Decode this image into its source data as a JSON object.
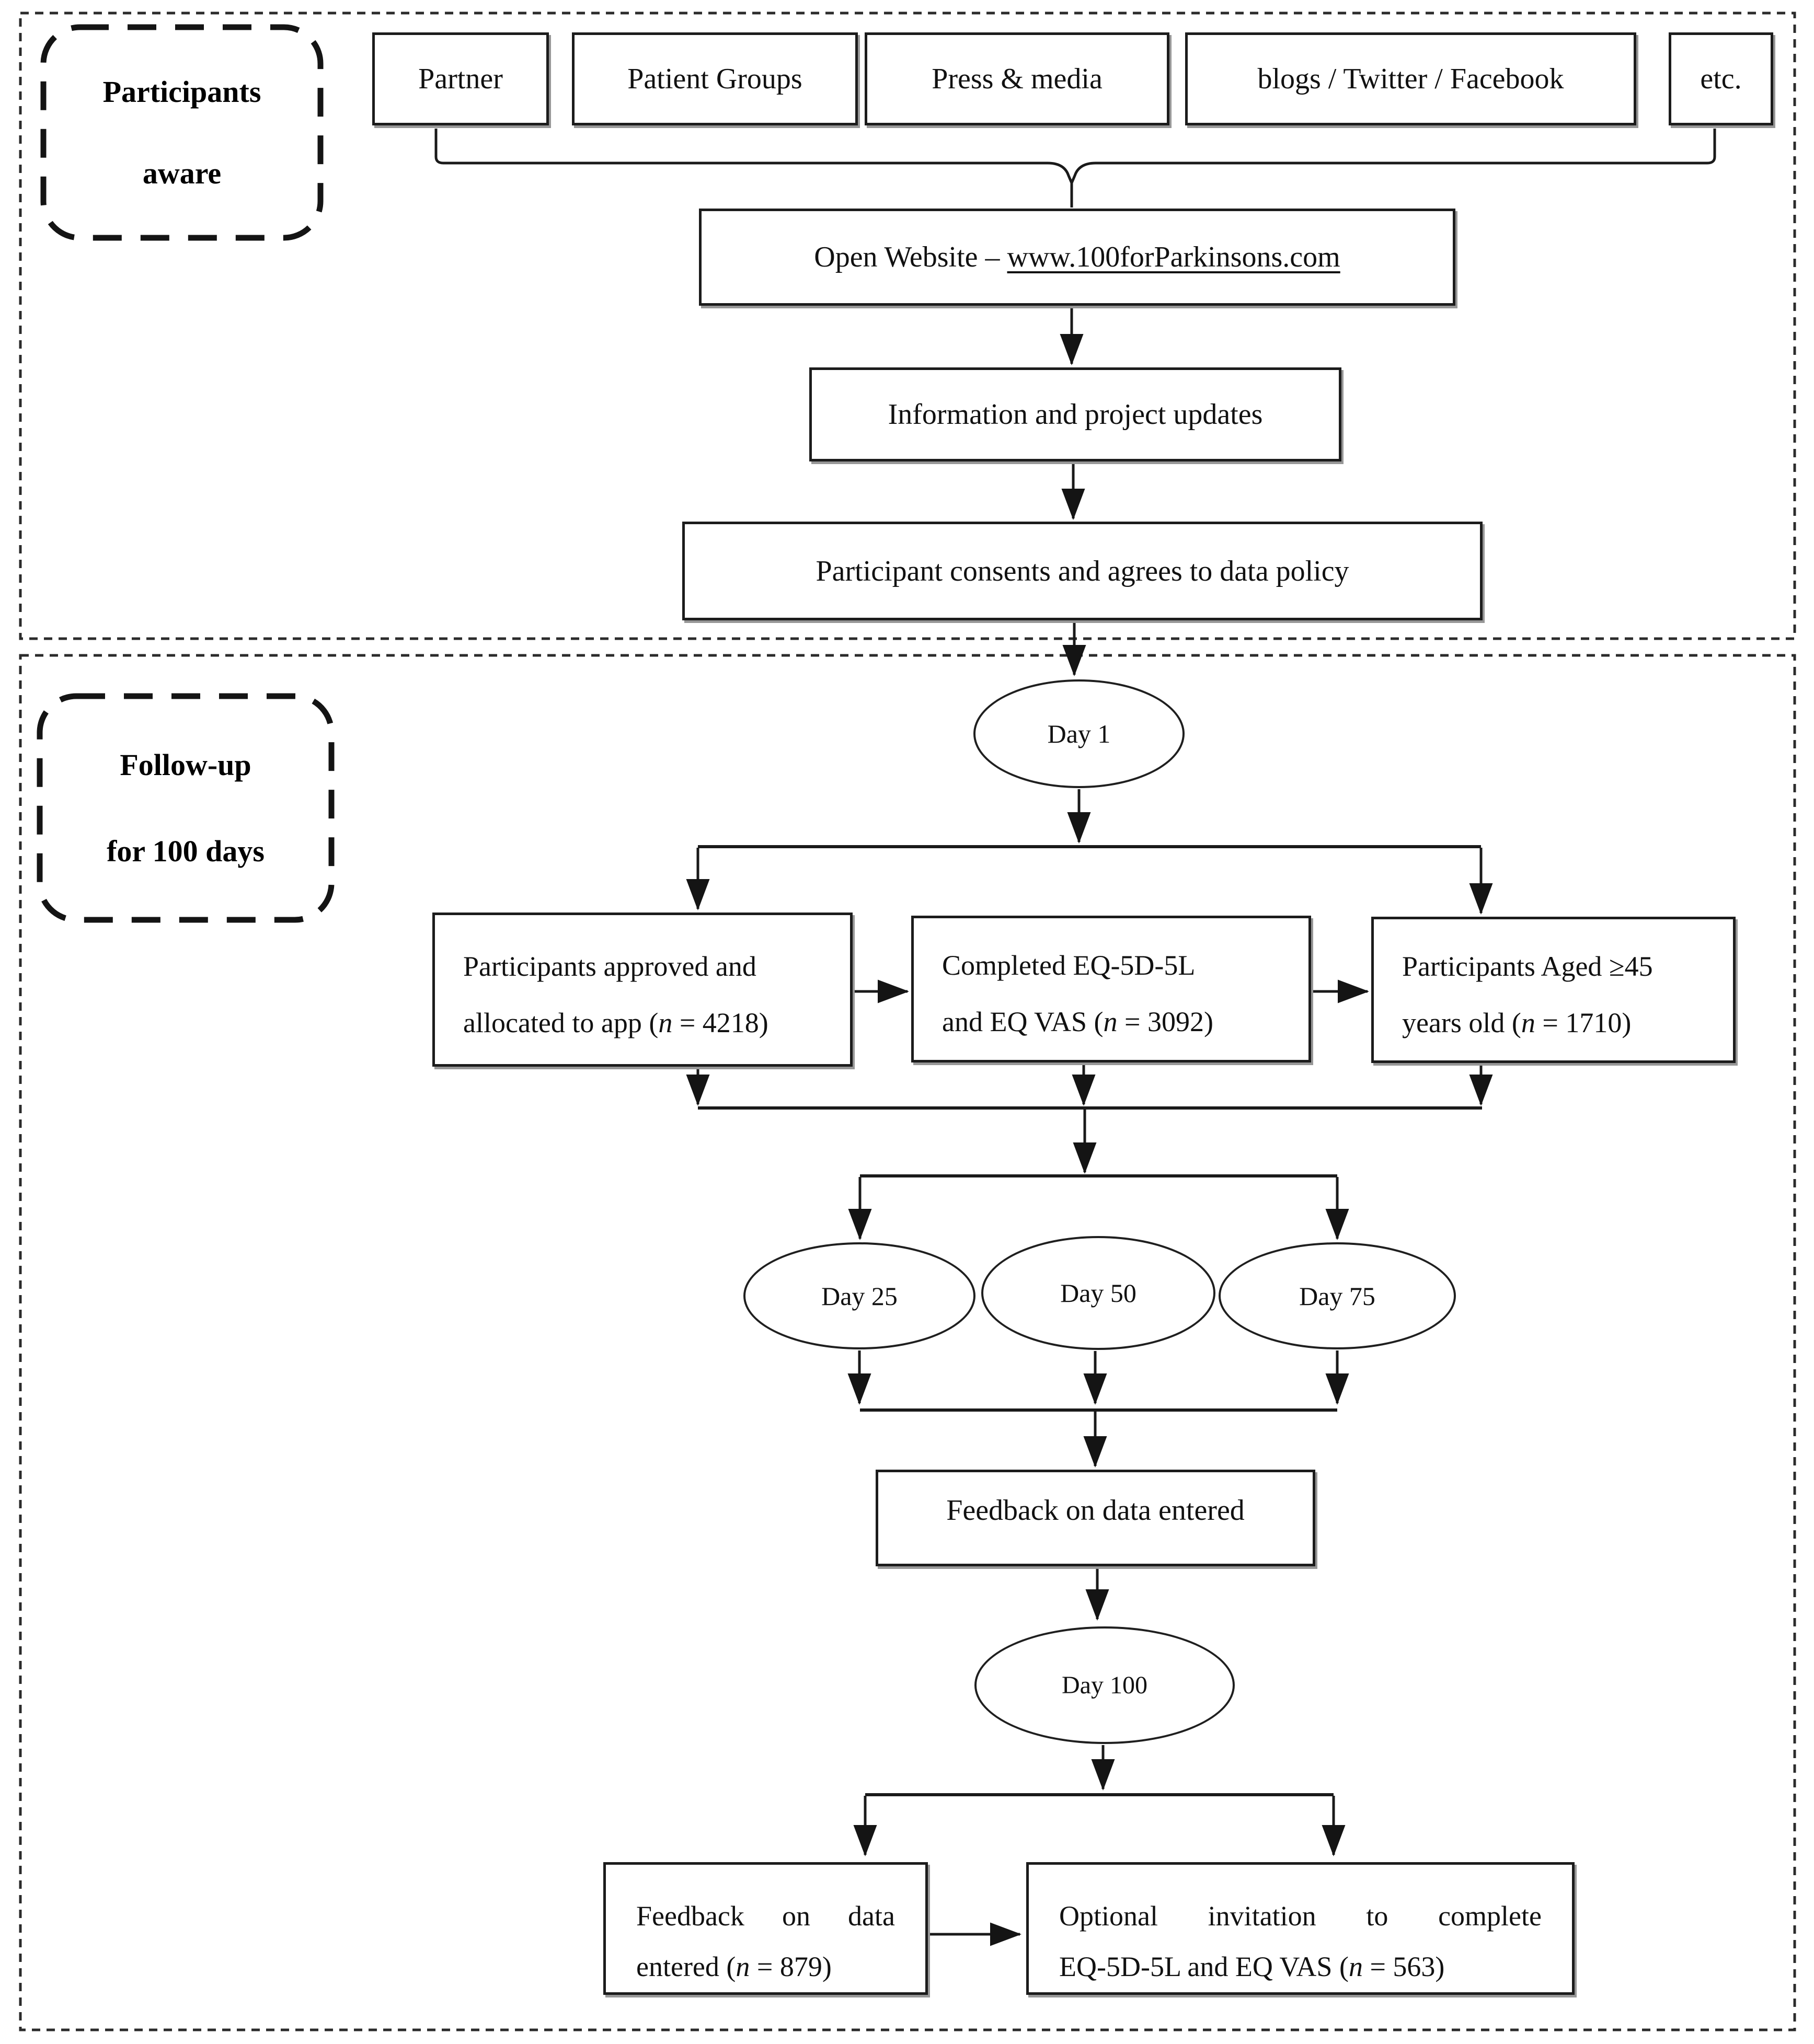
{
  "diagram": {
    "aware_label": {
      "l1": "Participants",
      "l2": "aware"
    },
    "followup_label": {
      "l1": "Follow-up",
      "l2": "for 100 days"
    },
    "sources": {
      "partner": "Partner",
      "patient_groups": "Patient Groups",
      "press_media": "Press & media",
      "blogs": "blogs / Twitter / Facebook",
      "etc_label": "etc."
    },
    "open_website": {
      "prefix": "Open Website – ",
      "url": "www.100forParkinsons.com"
    },
    "information": "Information and project updates",
    "consents": "Participant consents and agrees to data policy",
    "days": {
      "d1": "Day 1",
      "d25": "Day 25",
      "d50": "Day 50",
      "d75": "Day 75",
      "d100": "Day 100"
    },
    "approved": {
      "l1": "Participants approved and",
      "l2pre": "allocated to app (",
      "n": "n",
      "l2post": " = 4218)"
    },
    "completed": {
      "l1": "Completed EQ-5D-5L",
      "l2pre": "and EQ VAS (",
      "n": "n",
      "l2post": " = 3092)"
    },
    "aged": {
      "l1": "Participants Aged ≥45",
      "l2pre": "years old (",
      "n": "n",
      "l2post": " = 1710)"
    },
    "feedback": "Feedback on data entered",
    "feedback_n": {
      "l1": "Feedback on data",
      "l2pre": "entered (",
      "n": "n",
      "l2post": " = 879)"
    },
    "optional": {
      "l1": "Optional invitation to complete",
      "l2pre": "EQ-5D-5L and EQ VAS (",
      "n": "n",
      "l2post": " = 563)"
    }
  },
  "colors": {
    "line": "#1a1a1a",
    "border": "#1c1c1c",
    "shadow": "#979797",
    "background": "#ffffff"
  }
}
